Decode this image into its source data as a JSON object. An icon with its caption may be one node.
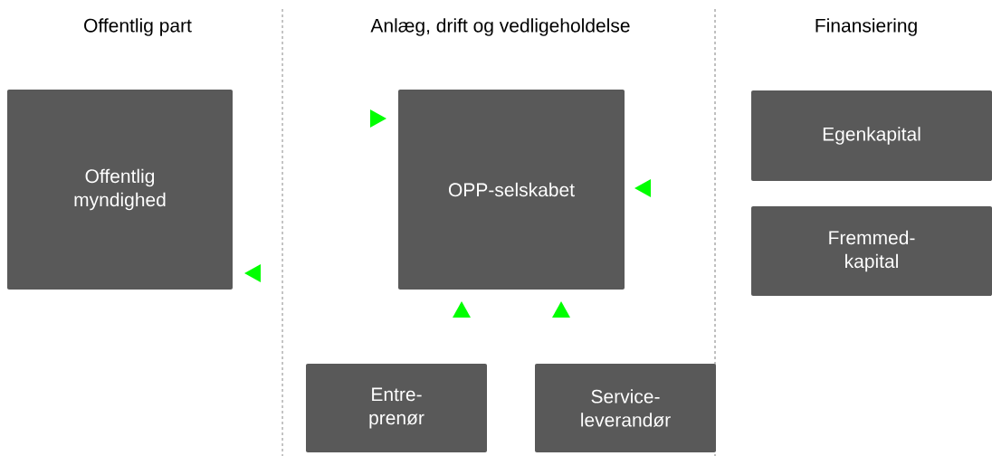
{
  "diagram": {
    "nodes": [
      {
        "text": [
          "Offentlig myndighed"
        ]
      },
      {
        "text": [
          "OPP-selskabet"
        ]
      },
      {
        "text": [
          "Egenkapital"
        ]
      },
      {
        "text": [
          "Fremmed- kapital"
        ]
      },
      {
        "text": [
          "Entre- prenør"
        ]
      },
      {
        "text": [
          "Service- leverandør"
        ]
      }
    ],
    "labels": [
      "Offentlig part",
      "Anlæg, drift og vedligeholdelse",
      "Finansiering"
    ]
  }
}
